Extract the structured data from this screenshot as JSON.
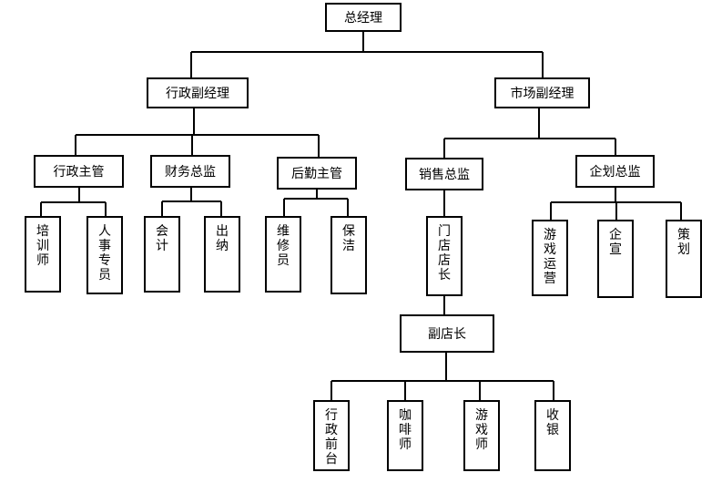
{
  "colors": {
    "line": "#000000",
    "box_fill": "#ffffff",
    "text": "#000000"
  },
  "nodes": [
    {
      "id": "ceo",
      "label": "总经理"
    },
    {
      "id": "admin-vp",
      "label": "行政副经理"
    },
    {
      "id": "market-vp",
      "label": "市场副经理"
    },
    {
      "id": "admin-supervisor",
      "label": "行政主管"
    },
    {
      "id": "finance-director",
      "label": "财务总监"
    },
    {
      "id": "logistics-supervisor",
      "label": "后勤主管"
    },
    {
      "id": "sales-director",
      "label": "销售总监"
    },
    {
      "id": "planning-director",
      "label": "企划总监"
    },
    {
      "id": "trainer",
      "label": "培训师"
    },
    {
      "id": "hr-specialist",
      "label": "人事专员"
    },
    {
      "id": "accountant",
      "label": "会计"
    },
    {
      "id": "cashier",
      "label": "出纳"
    },
    {
      "id": "maintenance",
      "label": "维修员"
    },
    {
      "id": "cleaner",
      "label": "保洁"
    },
    {
      "id": "store-manager",
      "label": "门店店长"
    },
    {
      "id": "game-operations",
      "label": "游戏运营"
    },
    {
      "id": "publicity",
      "label": "企宣"
    },
    {
      "id": "planner",
      "label": "策划"
    },
    {
      "id": "deputy-store-manager",
      "label": "副店长"
    },
    {
      "id": "front-desk",
      "label": "行政前台"
    },
    {
      "id": "barista",
      "label": "咖啡师"
    },
    {
      "id": "game-master",
      "label": "游戏师"
    },
    {
      "id": "checkout",
      "label": "收银"
    }
  ],
  "edges": [
    [
      "ceo",
      "admin-vp"
    ],
    [
      "ceo",
      "market-vp"
    ],
    [
      "admin-vp",
      "admin-supervisor"
    ],
    [
      "admin-vp",
      "finance-director"
    ],
    [
      "admin-vp",
      "logistics-supervisor"
    ],
    [
      "market-vp",
      "sales-director"
    ],
    [
      "market-vp",
      "planning-director"
    ],
    [
      "admin-supervisor",
      "trainer"
    ],
    [
      "admin-supervisor",
      "hr-specialist"
    ],
    [
      "finance-director",
      "accountant"
    ],
    [
      "finance-director",
      "cashier"
    ],
    [
      "logistics-supervisor",
      "maintenance"
    ],
    [
      "logistics-supervisor",
      "cleaner"
    ],
    [
      "sales-director",
      "store-manager"
    ],
    [
      "planning-director",
      "game-operations"
    ],
    [
      "planning-director",
      "publicity"
    ],
    [
      "planning-director",
      "planner"
    ],
    [
      "store-manager",
      "deputy-store-manager"
    ],
    [
      "deputy-store-manager",
      "front-desk"
    ],
    [
      "deputy-store-manager",
      "barista"
    ],
    [
      "deputy-store-manager",
      "game-master"
    ],
    [
      "deputy-store-manager",
      "checkout"
    ]
  ]
}
